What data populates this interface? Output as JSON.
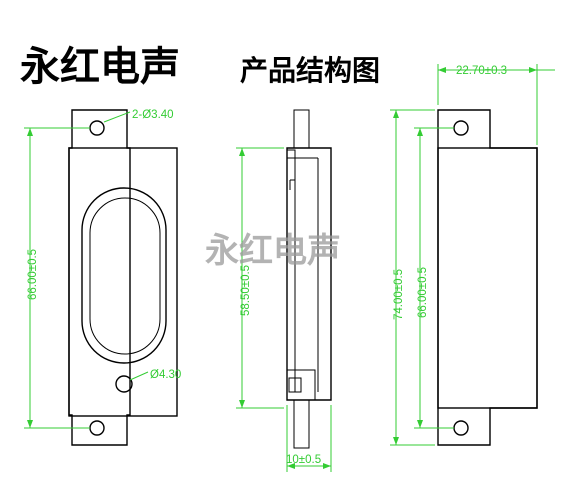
{
  "header": {
    "brand": "永红电声",
    "subtitle": "产品结构图"
  },
  "watermark": "永红电声",
  "colors": {
    "dimension": "#33cc33",
    "outline": "#000000",
    "watermark": "#9a9a9a"
  },
  "dimensions": {
    "front_hole_top": "2-Ø3.40",
    "front_hole_mid": "Ø4.30",
    "front_height": "66.00±0.5",
    "side_height": "58.50±0.5",
    "side_thickness": "10±0.5",
    "back_width": "22.70±0.3",
    "back_total": "74.00±0.5",
    "back_pitch": "66.00±0.5"
  }
}
